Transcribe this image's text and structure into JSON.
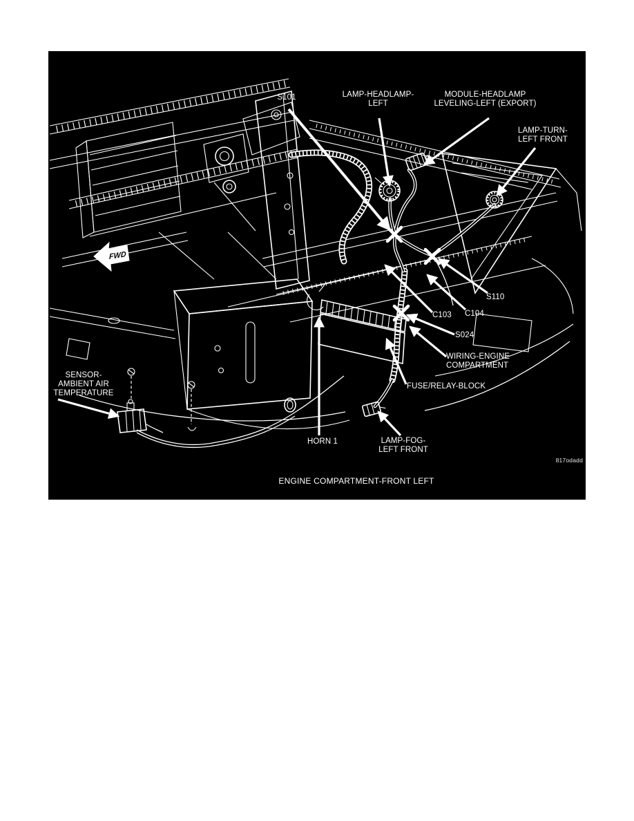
{
  "diagram": {
    "background": "#000000",
    "line_color": "#ffffff",
    "caption": "ENGINE COMPARTMENT-FRONT LEFT",
    "figure_code": "817odadd",
    "fwd_indicator": "FWD",
    "labels": {
      "s101": "S101",
      "lamp_headlamp_left": "LAMP-HEADLAMP-\nLEFT",
      "module_headlamp_leveling": "MODULE-HEADLAMP\nLEVELING-LEFT (EXPORT)",
      "lamp_turn_left_front": "LAMP-TURN-\nLEFT FRONT",
      "s110": "S110",
      "c103": "C103",
      "c104": "C104",
      "s024": "S024",
      "wiring_engine_compartment": "WIRING-ENGINE\nCOMPARTMENT",
      "fuse_relay_block": "FUSE/RELAY-BLOCK",
      "sensor_ambient_air_temperature": "SENSOR-\nAMBIENT AIR\nTEMPERATURE",
      "horn_1": "HORN 1",
      "lamp_fog_left_front": "LAMP-FOG-\nLEFT FRONT"
    }
  }
}
